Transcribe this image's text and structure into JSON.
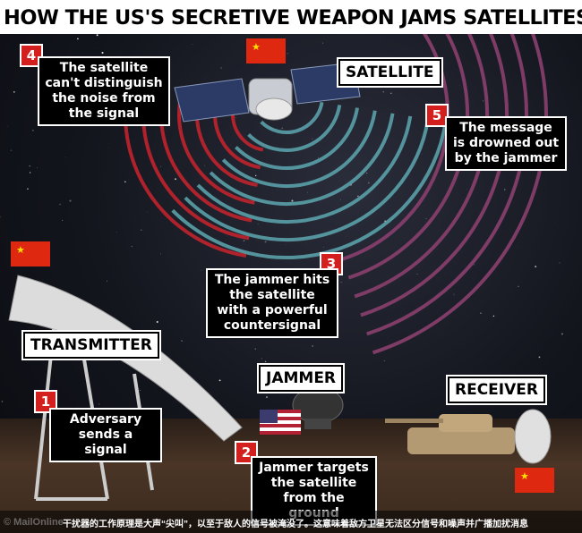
{
  "title": "HOW THE US'S SECRETIVE WEAPON JAMS SATELLITES",
  "labels": {
    "satellite": "SATELLITE",
    "transmitter": "TRANSMITTER",
    "jammer": "JAMMER",
    "receiver": "RECEIVER"
  },
  "steps": [
    {
      "number": "1",
      "text": "Adversary sends a signal"
    },
    {
      "number": "2",
      "text": "Jammer targets the satellite from the ground"
    },
    {
      "number": "3",
      "text": "The jammer hits the satellite with a powerful countersignal"
    },
    {
      "number": "4",
      "text": "The satellite can't distinguish the noise from the signal"
    },
    {
      "number": "5",
      "text": "The message is drowned out by the jammer"
    }
  ],
  "colors": {
    "step_badge": "#d3201f",
    "adversary_wave": "#c0242c",
    "jammer_wave": "#5aa0a8",
    "drowned_wave": "#8a3f6e"
  },
  "flags": {
    "satellite": "china-flag",
    "transmitter": "china-flag",
    "jammer": "usa-flag",
    "receiver": "china-flag"
  },
  "caption": "干扰器的工作原理是大声“尖叫”，以至于敌人的信号被淹没了。这意味着敌方卫星无法区分信号和噪声并广播加扰消息",
  "watermark": "© MailOnline"
}
